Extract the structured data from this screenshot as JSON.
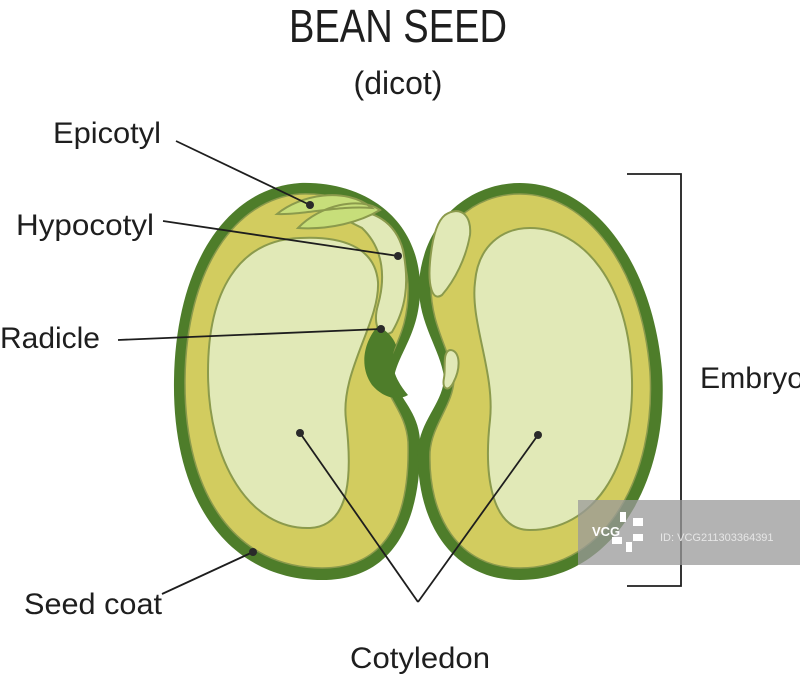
{
  "title": "BEAN SEED",
  "subtitle": "(dicot)",
  "labels": {
    "epicotyl": "Epicotyl",
    "hypocotyl": "Hypocotyl",
    "radicle": "Radicle",
    "seed_coat": "Seed coat",
    "cotyledon": "Cotyledon",
    "embryo": "Embryo"
  },
  "watermark": {
    "logo": "VCG",
    "id": "ID: VCG211303364391"
  },
  "colors": {
    "seed_coat": "#4e7d2a",
    "cotyledon_rim": "#d2cc5f",
    "cotyledon_inner": "#e1e9b7",
    "outline": "#8b9a4c",
    "leaf": "#c7de7a"
  }
}
